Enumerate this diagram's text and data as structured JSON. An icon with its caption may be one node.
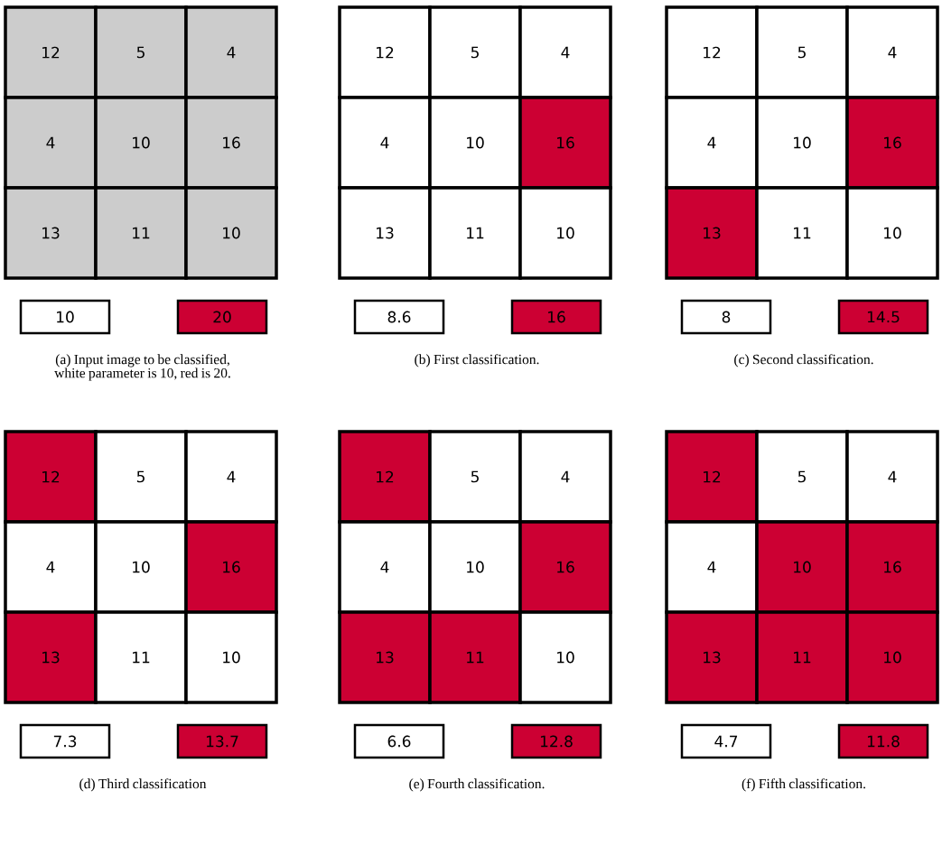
{
  "diagram": {
    "nodes": [
      {
        "text": [
          "12"
        ]
      },
      {
        "text": [
          "5"
        ]
      },
      {
        "text": [
          "4"
        ]
      },
      {
        "text": [
          "4"
        ]
      },
      {
        "text": [
          "10"
        ]
      },
      {
        "text": [
          "16"
        ]
      },
      {
        "text": [
          "13"
        ]
      },
      {
        "text": [
          "11"
        ]
      },
      {
        "text": [
          "10"
        ]
      },
      {
        "text": [
          "10"
        ]
      },
      {
        "text": [
          "20"
        ]
      },
      {
        "text": [
          "12"
        ]
      },
      {
        "text": [
          "5"
        ]
      },
      {
        "text": [
          "4"
        ]
      },
      {
        "text": [
          "4"
        ]
      },
      {
        "text": [
          "10"
        ]
      },
      {
        "text": [
          "16"
        ]
      },
      {
        "text": [
          "13"
        ]
      },
      {
        "text": [
          "11"
        ]
      },
      {
        "text": [
          "10"
        ]
      },
      {
        "text": [
          "8.6"
        ]
      },
      {
        "text": [
          "16"
        ]
      },
      {
        "text": [
          "12"
        ]
      },
      {
        "text": [
          "5"
        ]
      },
      {
        "text": [
          "4"
        ]
      },
      {
        "text": [
          "4"
        ]
      },
      {
        "text": [
          "10"
        ]
      },
      {
        "text": [
          "16"
        ]
      },
      {
        "text": [
          "13"
        ]
      },
      {
        "text": [
          "11"
        ]
      },
      {
        "text": [
          "10"
        ]
      },
      {
        "text": [
          "8"
        ]
      },
      {
        "text": [
          "14.5"
        ]
      },
      {
        "text": [
          "12"
        ]
      },
      {
        "text": [
          "5"
        ]
      },
      {
        "text": [
          "4"
        ]
      },
      {
        "text": [
          "4"
        ]
      },
      {
        "text": [
          "10"
        ]
      },
      {
        "text": [
          "16"
        ]
      },
      {
        "text": [
          "13"
        ]
      },
      {
        "text": [
          "11"
        ]
      },
      {
        "text": [
          "10"
        ]
      },
      {
        "text": [
          "7.3"
        ]
      },
      {
        "text": [
          "13.7"
        ]
      },
      {
        "text": [
          "12"
        ]
      },
      {
        "text": [
          "5"
        ]
      },
      {
        "text": [
          "4"
        ]
      },
      {
        "text": [
          "4"
        ]
      },
      {
        "text": [
          "10"
        ]
      },
      {
        "text": [
          "16"
        ]
      },
      {
        "text": [
          "13"
        ]
      },
      {
        "text": [
          "11"
        ]
      },
      {
        "text": [
          "10"
        ]
      },
      {
        "text": [
          "6.6"
        ]
      },
      {
        "text": [
          "12.8"
        ]
      },
      {
        "text": [
          "12"
        ]
      },
      {
        "text": [
          "5"
        ]
      },
      {
        "text": [
          "4"
        ]
      },
      {
        "text": [
          "4"
        ]
      },
      {
        "text": [
          "10"
        ]
      },
      {
        "text": [
          "16"
        ]
      },
      {
        "text": [
          "13"
        ]
      },
      {
        "text": [
          "11"
        ]
      },
      {
        "text": [
          "10"
        ]
      },
      {
        "text": [
          "4.7"
        ]
      },
      {
        "text": [
          "11.8"
        ]
      }
    ],
    "labels": [
      "(a) Input image to be classified, white parameter is 10, red is 20.",
      "(b) First classification.",
      "(c) Second classification.",
      "(d) Third classification",
      "(e) Fourth classification.",
      "(f) Fifth classification."
    ]
  }
}
